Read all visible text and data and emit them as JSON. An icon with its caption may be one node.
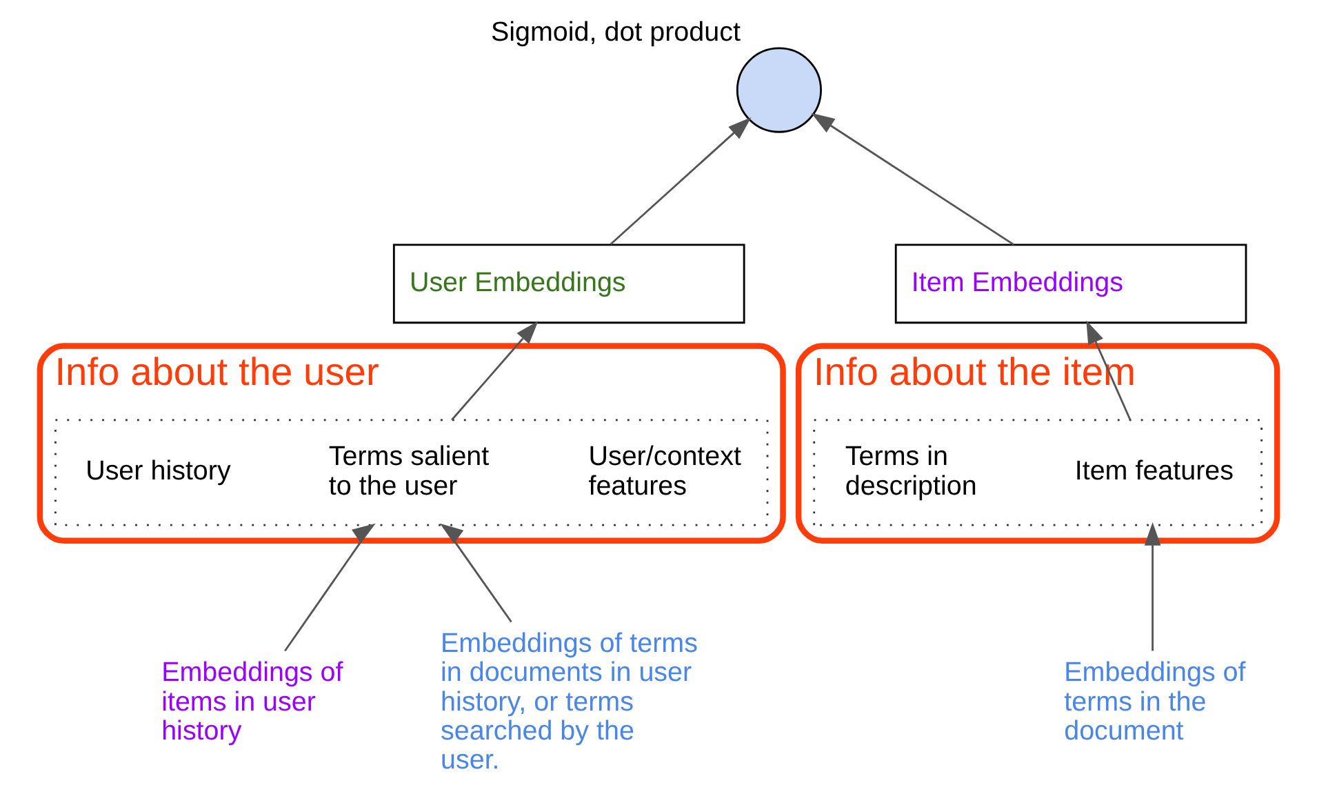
{
  "diagram": {
    "nodes": [
      {
        "text": [
          "Sigmoid, dot product"
        ]
      },
      {
        "text": [
          "User Embeddings"
        ]
      },
      {
        "text": [
          "Item Embeddings"
        ]
      },
      {
        "text": [
          "Info about the user"
        ]
      },
      {
        "text": [],
        "shape": "box",
        "in": 3
      },
      {
        "text": [
          "User history"
        ],
        "in": 4
      },
      {
        "text": [
          "Terms salient to the user"
        ],
        "in": 4
      },
      {
        "text": [
          "User/context features"
        ],
        "in": 4
      },
      {
        "text": [
          "Info about the item"
        ]
      },
      {
        "text": [],
        "shape": "box",
        "in": 8
      },
      {
        "text": [
          "Terms in description"
        ],
        "in": 9
      },
      {
        "text": [
          "Item features"
        ],
        "in": 9
      },
      {
        "text": [
          "Embeddings of items in user history"
        ]
      },
      {
        "text": [
          "Embeddings of terms in documents in user history, or terms searched by the user."
        ]
      },
      {
        "text": [
          "Embeddings of terms in the document"
        ]
      }
    ],
    "edges": [
      {
        "from": 1,
        "to": 0,
        "arrow": "to"
      },
      {
        "from": 2,
        "to": 0,
        "arrow": "to"
      },
      {
        "from": 4,
        "to": 1,
        "arrow": "to"
      },
      {
        "from": 9,
        "to": 2,
        "arrow": "to"
      },
      {
        "from": 12,
        "to": 4,
        "arrow": "to"
      },
      {
        "from": 13,
        "to": 4,
        "arrow": "to"
      },
      {
        "from": 14,
        "to": 9,
        "arrow": "to"
      }
    ]
  }
}
